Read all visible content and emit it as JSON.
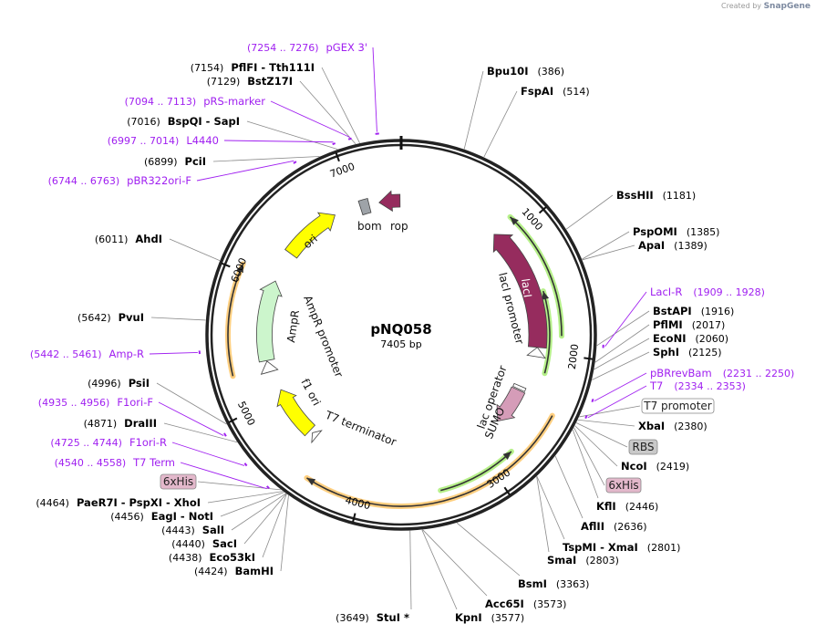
{
  "credit": {
    "prefix": "Created by",
    "brand": "SnapGene"
  },
  "plasmid": {
    "name": "pNQ058",
    "length_label": "7405 bp",
    "length": 7405
  },
  "ticks": [
    "1000",
    "2000",
    "3000",
    "4000",
    "5000",
    "6000",
    "7000"
  ],
  "enzymes": [
    {
      "name": "PflFI  - Tth111I",
      "pos_label": "(7154)",
      "site": 7154
    },
    {
      "name": "BstZ17I",
      "pos_label": "(7129)",
      "site": 7129
    },
    {
      "name": "BspQI  - SapI",
      "pos_label": "(7016)",
      "site": 7016
    },
    {
      "name": "PciI",
      "pos_label": "(6899)",
      "site": 6899
    },
    {
      "name": "AhdI",
      "pos_label": "(6011)",
      "site": 6011
    },
    {
      "name": "PvuI",
      "pos_label": "(5642)",
      "site": 5642
    },
    {
      "name": "PsiI",
      "pos_label": "(4996)",
      "site": 4996
    },
    {
      "name": "DraIII",
      "pos_label": "(4871)",
      "site": 4871
    },
    {
      "name": "PaeR7I  - PspXI  - XhoI",
      "pos_label": "(4464)",
      "site": 4464
    },
    {
      "name": "EagI  - NotI",
      "pos_label": "(4456)",
      "site": 4456
    },
    {
      "name": "SalI",
      "pos_label": "(4443)",
      "site": 4443
    },
    {
      "name": "SacI",
      "pos_label": "(4440)",
      "site": 4440
    },
    {
      "name": "Eco53kI",
      "pos_label": "(4438)",
      "site": 4438
    },
    {
      "name": "BamHI",
      "pos_label": "(4424)",
      "site": 4424
    },
    {
      "name": "StuI *",
      "pos_label": "(3649)",
      "site": 3649
    },
    {
      "name": "Bpu10I",
      "pos_label": "(386)",
      "site": 386
    },
    {
      "name": "FspAI",
      "pos_label": "(514)",
      "site": 514
    },
    {
      "name": "BssHII",
      "pos_label": "(1181)",
      "site": 1181
    },
    {
      "name": "PspOMI",
      "pos_label": "(1385)",
      "site": 1385
    },
    {
      "name": "ApaI",
      "pos_label": "(1389)",
      "site": 1389
    },
    {
      "name": "BstAPI",
      "pos_label": "(1916)",
      "site": 1916
    },
    {
      "name": "PflMI",
      "pos_label": "(2017)",
      "site": 2017
    },
    {
      "name": "EcoNI",
      "pos_label": "(2060)",
      "site": 2060
    },
    {
      "name": "SphI",
      "pos_label": "(2125)",
      "site": 2125
    },
    {
      "name": "XbaI",
      "pos_label": "(2380)",
      "site": 2380
    },
    {
      "name": "NcoI",
      "pos_label": "(2419)",
      "site": 2419
    },
    {
      "name": "KflI",
      "pos_label": "(2446)",
      "site": 2446
    },
    {
      "name": "AflII",
      "pos_label": "(2636)",
      "site": 2636
    },
    {
      "name": "TspMI  - XmaI",
      "pos_label": "(2801)",
      "site": 2801
    },
    {
      "name": "SmaI",
      "pos_label": "(2803)",
      "site": 2803
    },
    {
      "name": "BsmI",
      "pos_label": "(3363)",
      "site": 3363
    },
    {
      "name": "Acc65I",
      "pos_label": "(3573)",
      "site": 3573
    },
    {
      "name": "KpnI",
      "pos_label": "(3577)",
      "site": 3577
    }
  ],
  "primers": [
    {
      "name": "pGEX 3'",
      "range_label": "(7254 .. 7276)",
      "start": 7254,
      "end": 7276
    },
    {
      "name": "pRS-marker",
      "range_label": "(7094 .. 7113)",
      "start": 7094,
      "end": 7113
    },
    {
      "name": "L4440",
      "range_label": "(6997 .. 7014)",
      "start": 6997,
      "end": 7014
    },
    {
      "name": "pBR322ori-F",
      "range_label": "(6744 .. 6763)",
      "start": 6744,
      "end": 6763
    },
    {
      "name": "Amp-R",
      "range_label": "(5442 .. 5461)",
      "start": 5442,
      "end": 5461
    },
    {
      "name": "F1ori-F",
      "range_label": "(4935 .. 4956)",
      "start": 4935,
      "end": 4956
    },
    {
      "name": "F1ori-R",
      "range_label": "(4725 .. 4744)",
      "start": 4725,
      "end": 4744
    },
    {
      "name": "T7 Term",
      "range_label": "(4540 .. 4558)",
      "start": 4540,
      "end": 4558
    },
    {
      "name": "LacI-R",
      "range_label": "(1909 .. 1928)",
      "start": 1909,
      "end": 1928
    },
    {
      "name": "pBRrevBam",
      "range_label": "(2231 .. 2250)",
      "start": 2231,
      "end": 2250
    },
    {
      "name": "T7",
      "range_label": "(2334 .. 2353)",
      "start": 2334,
      "end": 2353
    }
  ],
  "boxed_features": [
    {
      "name": "6xHis",
      "site": 4480,
      "color": "#e3b8cb"
    },
    {
      "name": "T7 promoter",
      "site": 2360,
      "color": "#ffffff"
    },
    {
      "name": "RBS",
      "site": 2400,
      "color": "#c9c9c9"
    },
    {
      "name": "6xHis",
      "site": 2432,
      "color": "#e3b8cb"
    }
  ],
  "features": [
    {
      "name": "lacI",
      "start": 880,
      "end": 1960,
      "strand": "reverse",
      "color": "#962c5e"
    },
    {
      "name": "lacI promoter",
      "start": 1960,
      "end": 2040,
      "strand": "reverse",
      "color": "#ffffff"
    },
    {
      "name": "rop",
      "start": 7210,
      "end": 7395,
      "strand": "reverse",
      "color": "#962c5e"
    },
    {
      "name": "bom",
      "start": 7040,
      "end": 7120,
      "strand": "none",
      "color": "#9ea3a8"
    },
    {
      "name": "ori",
      "start": 6300,
      "end": 6810,
      "strand": "forward",
      "color": "#ffff00"
    },
    {
      "name": "AmpR",
      "start": 5330,
      "end": 6030,
      "strand": "forward",
      "color": "#ccf5cc"
    },
    {
      "name": "AmpR promoter",
      "start": 5230,
      "end": 5325,
      "strand": "forward",
      "color": "#ffffff"
    },
    {
      "name": "f1 ori",
      "start": 4600,
      "end": 5050,
      "strand": "forward",
      "color": "#ffff00"
    },
    {
      "name": "T7 terminator",
      "start": 4520,
      "end": 4570,
      "strand": "forward",
      "color": "#ffffff"
    },
    {
      "name": "SUMO",
      "start": 2370,
      "end": 2710,
      "strand": "forward",
      "color": "#d59cb8"
    },
    {
      "name": "lac operator",
      "start": 2330,
      "end": 2360,
      "strand": "none",
      "color": "#ffffff"
    }
  ],
  "feature_labels": {
    "lacI": "lacI",
    "lacI_promoter": "lacI promoter",
    "rop": "rop",
    "bom": "bom",
    "ori": "ori",
    "AmpR": "AmpR",
    "AmpR_promoter": "AmpR promoter",
    "f1_ori": "f1 ori",
    "T7_terminator": "T7 terminator",
    "SUMO": "SUMO",
    "lac_operator": "lac operator"
  },
  "thin_arcs": [
    {
      "start": 880,
      "end": 1860,
      "strand": "reverse",
      "color": "#b6f08a"
    },
    {
      "start": 1500,
      "end": 2160,
      "strand": "reverse",
      "color": "#b6f08a"
    },
    {
      "start": 2810,
      "end": 3410,
      "strand": "reverse",
      "color": "#b6f08a"
    },
    {
      "start": 2430,
      "end": 4390,
      "strand": "forward",
      "color": "#ffcf80"
    },
    {
      "start": 5270,
      "end": 6050,
      "strand": "forward",
      "color": "#ffcf80"
    }
  ]
}
